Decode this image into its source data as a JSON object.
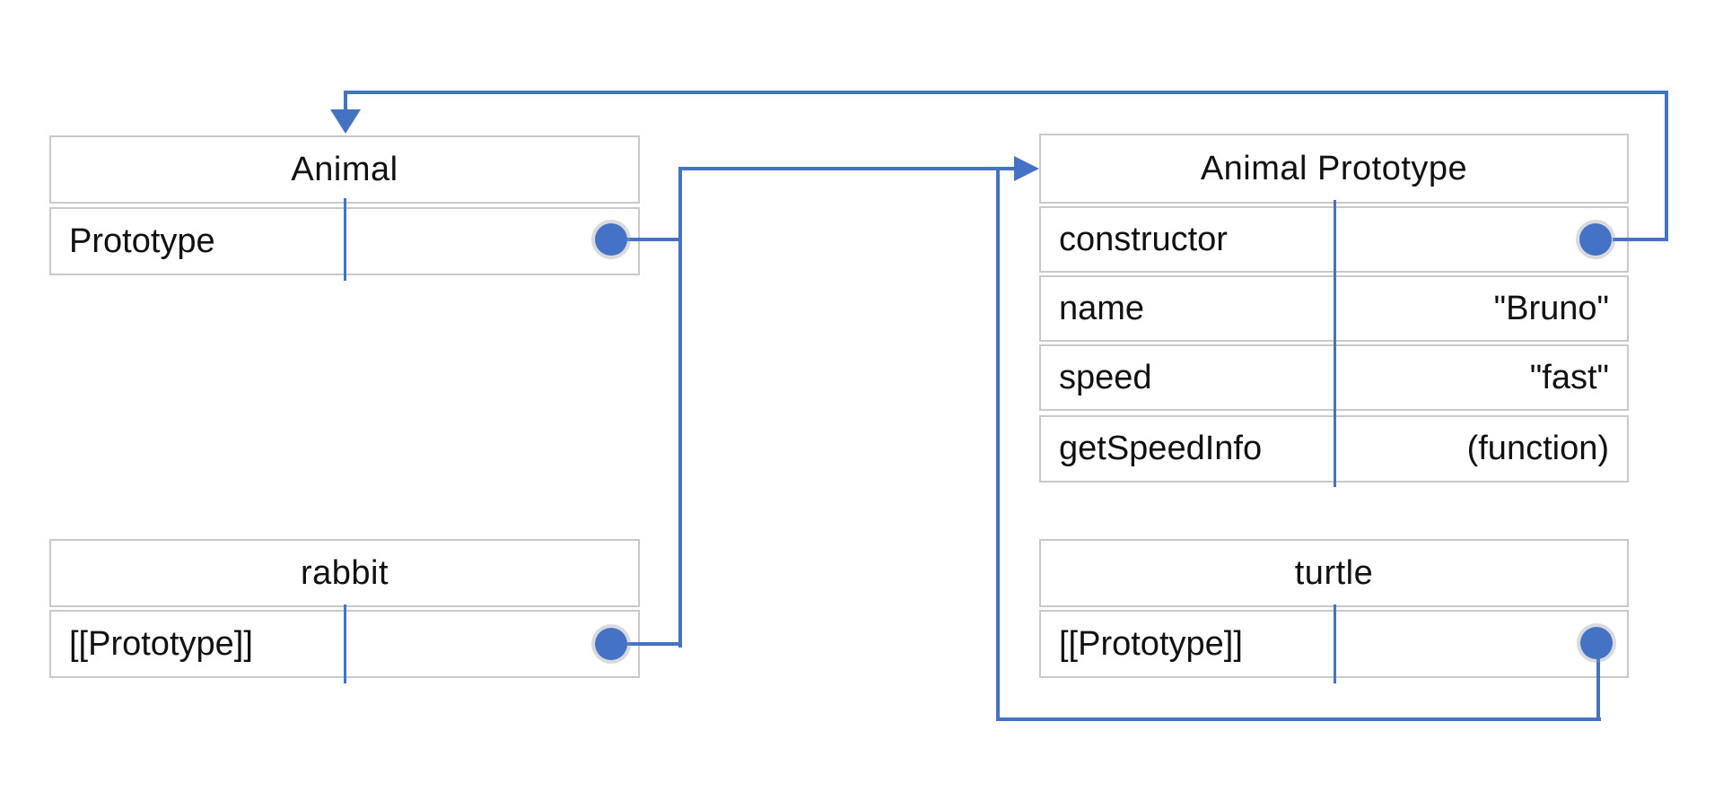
{
  "diagram": {
    "title_hint": "JavaScript prototype chain diagram",
    "colors": {
      "accent": "#4472C4",
      "box_border": "#c9c9c9",
      "text": "#111111",
      "canvas_bg": "#ffffff"
    },
    "icons": {
      "reference_dot": "filled-circle",
      "arrowhead_right": "filled-triangle-right",
      "arrowhead_down": "filled-triangle-down"
    },
    "boxes": {
      "animal": {
        "title": "Animal",
        "rows": [
          {
            "label": "Prototype",
            "value": "",
            "is_reference": true
          }
        ]
      },
      "animal_prototype": {
        "title": "Animal Prototype",
        "rows": [
          {
            "label": "constructor",
            "value": "",
            "is_reference": true
          },
          {
            "label": "name",
            "value": "\"Bruno\"",
            "is_reference": false
          },
          {
            "label": "speed",
            "value": "\"fast\"",
            "is_reference": false
          },
          {
            "label": "getSpeedInfo",
            "value": "(function)",
            "is_reference": false
          }
        ]
      },
      "rabbit": {
        "title": "rabbit",
        "rows": [
          {
            "label": "[[Prototype]]",
            "value": "",
            "is_reference": true
          }
        ]
      },
      "turtle": {
        "title": "turtle",
        "rows": [
          {
            "label": "[[Prototype]]",
            "value": "",
            "is_reference": true
          }
        ]
      }
    },
    "edges": [
      {
        "from": "Animal.Prototype",
        "to": "Animal Prototype"
      },
      {
        "from": "rabbit.[[Prototype]]",
        "to": "Animal Prototype"
      },
      {
        "from": "turtle.[[Prototype]]",
        "to": "Animal Prototype"
      },
      {
        "from": "Animal Prototype.constructor",
        "to": "Animal"
      }
    ]
  }
}
